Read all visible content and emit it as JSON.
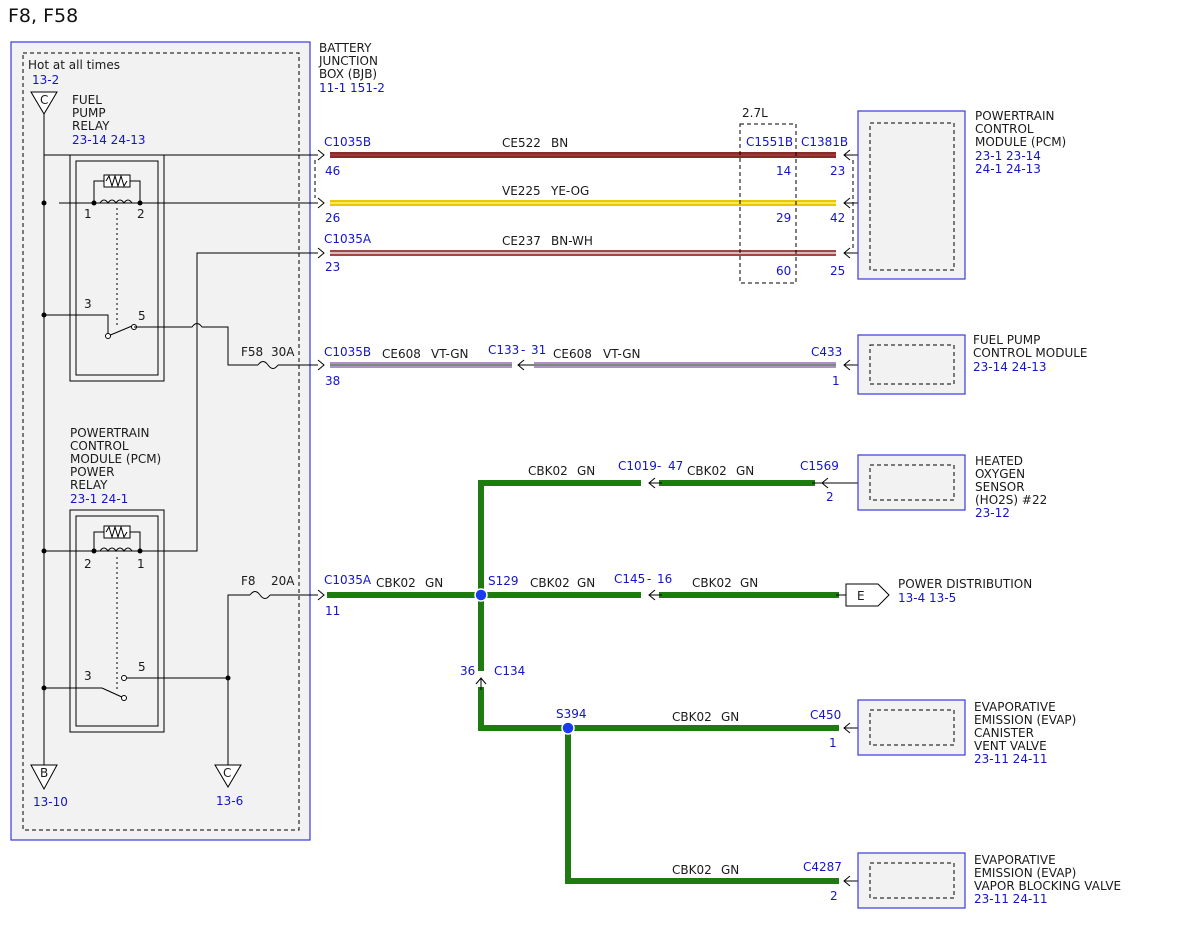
{
  "title": "F8, F58",
  "bjb": {
    "name_lines": [
      "BATTERY",
      "JUNCTION",
      "BOX (BJB)"
    ],
    "refs": "11-1   151-2",
    "hot_label": "Hot at all times",
    "hot_ref": "13-2",
    "connector_c_top": "C",
    "fuel_pump_relay_lines": [
      "FUEL",
      "PUMP",
      "RELAY"
    ],
    "fuel_pump_relay_refs": "23-14  24-13",
    "pcm_relay_lines": [
      "POWERTRAIN",
      "CONTROL",
      "MODULE (PCM)",
      "POWER",
      "RELAY"
    ],
    "pcm_relay_refs": "23-1   24-1",
    "relay1_pins": [
      "1",
      "2",
      "3",
      "5"
    ],
    "relay2_pins": [
      "2",
      "1",
      "3",
      "5"
    ],
    "fuse_f58": "F58",
    "fuse_f58_rating": "30A",
    "fuse_f8": "F8",
    "fuse_f8_rating": "20A",
    "ground_b": "B",
    "ground_b_ref": "13-10",
    "ground_c": "C",
    "ground_c_ref": "13-6"
  },
  "wires": {
    "w1": {
      "conn": "C1035B",
      "pin": "46",
      "circuit": "CE522",
      "color": "BN",
      "conn2": "C1551B",
      "pin2": "14",
      "conn3": "C1381B",
      "pin3": "23"
    },
    "w2": {
      "pin": "26",
      "circuit": "VE225",
      "color": "YE-OG",
      "pin2": "29",
      "pin3": "42"
    },
    "w3": {
      "conn": "C1035A",
      "pin": "23",
      "circuit": "CE237",
      "color": "BN-WH",
      "pin2": "60",
      "pin3": "25"
    },
    "w4": {
      "conn": "C1035B",
      "pin": "38",
      "circuit": "CE608",
      "color": "VT-GN",
      "mid_conn": "C133",
      "mid_pin": "31",
      "circuit2": "CE608",
      "color2": "VT-GN",
      "end_conn": "C433",
      "end_pin": "1"
    },
    "w5": {
      "circuit": "CBK02",
      "color": "GN",
      "mid_conn": "C1019",
      "mid_pin": "47",
      "circuit2": "CBK02",
      "color2": "GN",
      "end_conn": "C1569",
      "end_pin": "2"
    },
    "w6": {
      "conn": "C1035A",
      "pin": "11",
      "circuit": "CBK02",
      "color": "GN",
      "splice": "S129",
      "circuit2": "CBK02",
      "color2": "GN",
      "mid_conn": "C145",
      "mid_pin": "16",
      "circuit3": "CBK02",
      "color3": "GN"
    },
    "w7": {
      "conn": "C134",
      "pin": "36"
    },
    "w8": {
      "splice": "S394",
      "circuit": "CBK02",
      "color": "GN",
      "end_conn": "C450",
      "end_pin": "1"
    },
    "w9": {
      "circuit": "CBK02",
      "color": "GN",
      "end_conn": "C4287",
      "end_pin": "2"
    },
    "variant_label": "2.7L",
    "colors": {
      "brown": "#8b2a2a",
      "yellow": "#f0d800",
      "brown_white": "#a04848",
      "violet_green": "#b090c8",
      "green": "#1f7a12"
    }
  },
  "components": {
    "pcm": {
      "lines": [
        "POWERTRAIN",
        "CONTROL",
        "MODULE (PCM)"
      ],
      "refs1": "23-1   23-14",
      "refs2": "24-1   24-13"
    },
    "fpcm": {
      "lines": [
        "FUEL PUMP",
        "CONTROL MODULE"
      ],
      "refs": "23-14  24-13"
    },
    "ho2s": {
      "lines": [
        "HEATED",
        "OXYGEN",
        "SENSOR",
        "(HO2S) #22"
      ],
      "refs": "23-12"
    },
    "power_dist": {
      "letter": "E",
      "label": "POWER DISTRIBUTION",
      "refs": "13-4    13-5"
    },
    "evap_vent": {
      "lines": [
        "EVAPORATIVE",
        "EMISSION (EVAP)",
        "CANISTER",
        "VENT VALVE"
      ],
      "refs": "23-11  24-11"
    },
    "evap_block": {
      "lines": [
        "EVAPORATIVE",
        "EMISSION (EVAP)",
        "VAPOR BLOCKING VALVE"
      ],
      "refs": "23-11  24-11"
    }
  }
}
